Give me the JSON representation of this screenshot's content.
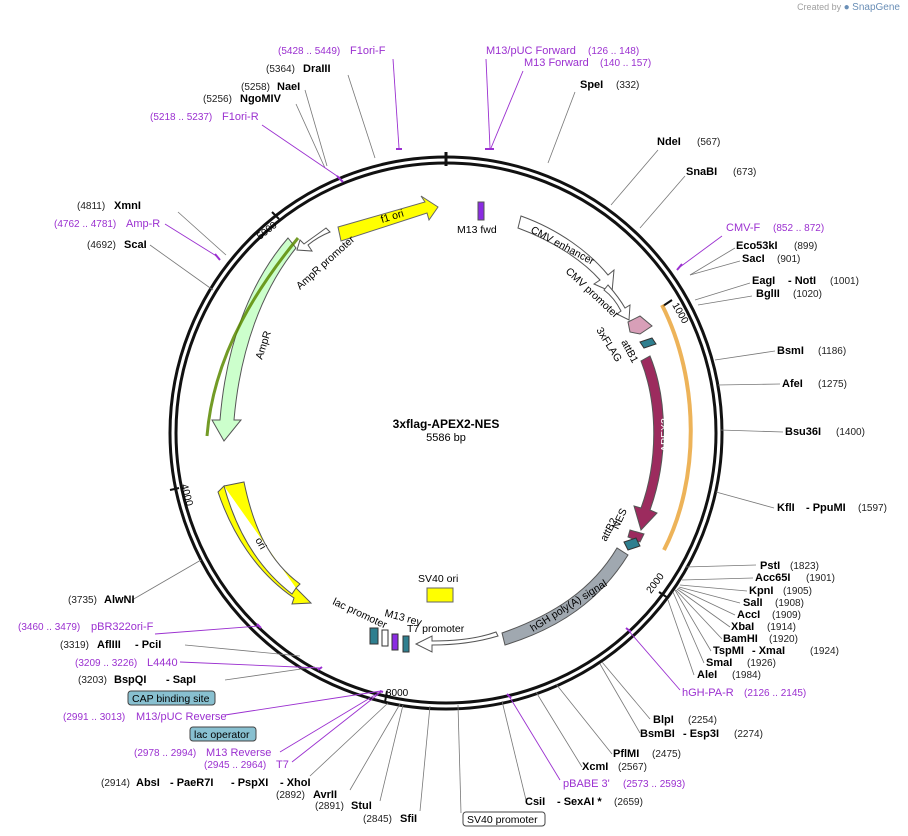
{
  "header": {
    "credit_prefix": "Created by",
    "credit_brand": "SnapGene"
  },
  "plasmid": {
    "name": "3xflag-APEX2-NES",
    "length": "5586 bp"
  },
  "ticks": [
    "1000",
    "2000",
    "3000",
    "4000",
    "5000"
  ],
  "enzymes": {
    "spei": {
      "name": "SpeI",
      "pos": "(332)"
    },
    "ndei": {
      "name": "NdeI",
      "pos": "(567)"
    },
    "snabi": {
      "name": "SnaBI",
      "pos": "(673)"
    },
    "eco53ki": {
      "name": "Eco53kI",
      "pos": "(899)"
    },
    "saci": {
      "name": "SacI",
      "pos": "(901)"
    },
    "eagi": {
      "name": "EagI",
      "name2": "- NotI",
      "pos": "(1001)"
    },
    "bglii": {
      "name": "BglII",
      "pos": "(1020)"
    },
    "bsmi": {
      "name": "BsmI",
      "pos": "(1186)"
    },
    "afei": {
      "name": "AfeI",
      "pos": "(1275)"
    },
    "bsu36i": {
      "name": "Bsu36I",
      "pos": "(1400)"
    },
    "kfli": {
      "name": "KflI",
      "name2": "- PpuMI",
      "pos": "(1597)"
    },
    "psti": {
      "name": "PstI",
      "pos": "(1823)"
    },
    "acc65i": {
      "name": "Acc65I",
      "pos": "(1901)"
    },
    "kpni": {
      "name": "KpnI",
      "pos": "(1905)"
    },
    "sali": {
      "name": "SalI",
      "pos": "(1908)"
    },
    "acci": {
      "name": "AccI",
      "pos": "(1909)"
    },
    "xbai": {
      "name": "XbaI",
      "pos": "(1914)"
    },
    "bamhi": {
      "name": "BamHI",
      "pos": "(1920)"
    },
    "tspmi": {
      "name": "TspMI",
      "name2": "- XmaI",
      "pos": "(1924)"
    },
    "smai": {
      "name": "SmaI",
      "pos": "(1926)"
    },
    "alei": {
      "name": "AleI",
      "pos": "(1984)"
    },
    "blpi": {
      "name": "BlpI",
      "pos": "(2254)"
    },
    "bsmbi": {
      "name": "BsmBI",
      "name2": "- Esp3I",
      "pos": "(2274)"
    },
    "pflmi": {
      "name": "PflMI",
      "pos": "(2475)"
    },
    "xcmi": {
      "name": "XcmI",
      "pos": "(2567)"
    },
    "csii": {
      "name": "CsiI",
      "name2": "- SexAI *",
      "pos": "(2659)"
    },
    "sfii": {
      "name": "SfiI",
      "pos": "(2845)"
    },
    "stui": {
      "name": "StuI",
      "pos": "(2891)"
    },
    "avrii": {
      "name": "AvrII",
      "pos": "(2892)"
    },
    "absi": {
      "name": "AbsI",
      "name2": "- PaeR7I",
      "name3": "- PspXI",
      "name4": "- XhoI",
      "pos": "(2914)"
    },
    "bspqi": {
      "name": "BspQI",
      "name2": "- SapI",
      "pos": "(3203)"
    },
    "afliii": {
      "name": "AflIII",
      "name2": "- PciI",
      "pos": "(3319)"
    },
    "alwni": {
      "name": "AlwNI",
      "pos": "(3735)"
    },
    "scai": {
      "name": "ScaI",
      "pos": "(4692)"
    },
    "xmni": {
      "name": "XmnI",
      "pos": "(4811)"
    },
    "ngomiv": {
      "name": "NgoMIV",
      "pos": "(5256)"
    },
    "naei": {
      "name": "NaeI",
      "pos": "(5258)"
    },
    "draiii": {
      "name": "DraIII",
      "pos": "(5364)"
    }
  },
  "primers": {
    "f1ori_f": {
      "name": "F1ori-F",
      "pos": "(5428 .. 5449)"
    },
    "m13puc_fwd": {
      "name": "M13/pUC Forward",
      "pos": "(126 .. 148)"
    },
    "m13_fwd": {
      "name": "M13 Forward",
      "pos": "(140 .. 157)"
    },
    "f1ori_r": {
      "name": "F1ori-R",
      "pos": "(5218 .. 5237)"
    },
    "amp_r": {
      "name": "Amp-R",
      "pos": "(4762 .. 4781)"
    },
    "cmv_f": {
      "name": "CMV-F",
      "pos": "(852 .. 872)"
    },
    "hgh_pa_r": {
      "name": "hGH-PA-R",
      "pos": "(2126 .. 2145)"
    },
    "pbabe3": {
      "name": "pBABE 3'",
      "pos": "(2573 .. 2593)"
    },
    "pbr322": {
      "name": "pBR322ori-F",
      "pos": "(3460 .. 3479)"
    },
    "l4440": {
      "name": "L4440",
      "pos": "(3209 .. 3226)"
    },
    "m13puc_rev": {
      "name": "M13/pUC Reverse",
      "pos": "(2991 .. 3013)"
    },
    "m13_rev": {
      "name": "M13 Reverse",
      "pos": "(2978 .. 2994)"
    },
    "t7": {
      "name": "T7",
      "pos": "(2945 .. 2964)"
    }
  },
  "boxed_features": {
    "cap": "CAP binding site",
    "lac_operator": "lac operator",
    "sv40_promoter": "SV40 promoter"
  },
  "features": {
    "f1_ori": "f1 ori",
    "m13_fwd": "M13 fwd",
    "cmv_enhancer": "CMV enhancer",
    "cmv_promoter": "CMV promoter",
    "flag3x": "3xFLAG",
    "attb1": "attB1",
    "apex2": "APEX2",
    "nes": "NES",
    "attb2": "attB2",
    "hgh": "hGH poly(A) signal",
    "sv40_ori": "SV40 ori",
    "ori": "ori",
    "lac_promoter": "lac promoter",
    "m13_rev": "M13 rev",
    "t7_promoter": "T7 promoter",
    "ampr": "AmpR",
    "ampr_promoter": "AmpR promoter"
  },
  "colors": {
    "primer": "#9b30d0",
    "f1_ori": "#ffff00",
    "apex2": "#9c2b5e",
    "ampr": "#ccffcc",
    "hgh": "#a0a8b0",
    "flag": "#d89fb8",
    "att": "#2f7f8f",
    "boxed": "#88c0d0",
    "m13": "#8a2be2"
  }
}
